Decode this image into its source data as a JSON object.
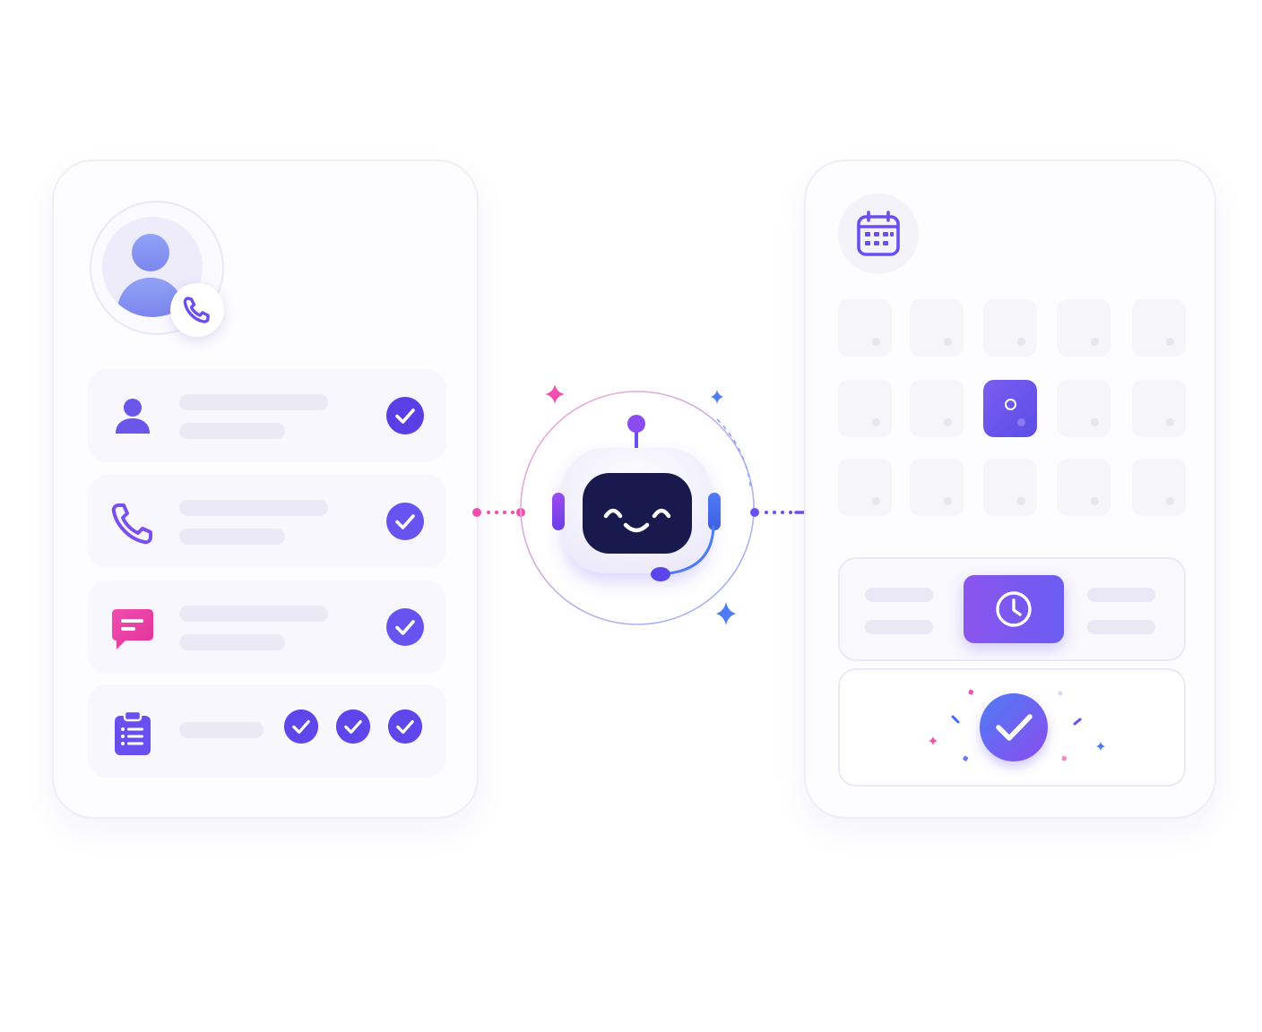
{
  "colors": {
    "accent_purple": "#6a4ff0",
    "accent_blue": "#4f7cf5",
    "accent_pink": "#f24fae",
    "robot_face": "#181a4d",
    "card_border": "#efedf7",
    "placeholder_bar": "#ebe9f6"
  },
  "left_card": {
    "caller": {
      "avatar_icon": "user-icon",
      "badge_icon": "phone-icon",
      "waveform_icon": "audio-waveform-icon"
    },
    "rows": [
      {
        "icon": "user-icon",
        "status_icon": "check-icon"
      },
      {
        "icon": "phone-icon",
        "status_icon": "check-icon"
      },
      {
        "icon": "chat-icon",
        "status_icon": "check-icon"
      },
      {
        "icon": "clipboard-list-icon",
        "status_icons": [
          "check-icon",
          "check-icon",
          "check-icon"
        ]
      }
    ]
  },
  "center": {
    "assistant_icon": "robot-headset-icon",
    "sparkle_icon": "sparkle-icon",
    "arrow_icon": "arrow-right-icon"
  },
  "right_card": {
    "calendar_icon": "calendar-icon",
    "calendar": {
      "rows": 3,
      "columns": 5,
      "selected_row": 1,
      "selected_column": 2
    },
    "time_picker_icon": "clock-icon",
    "confirmation_icon": "check-icon",
    "confetti_icon": "confetti-icon"
  }
}
